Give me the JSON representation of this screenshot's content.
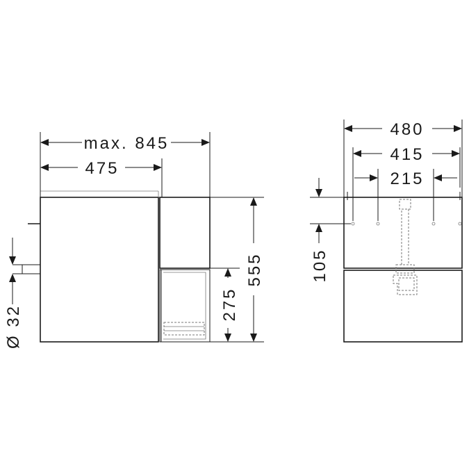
{
  "side_view": {
    "dim_max_depth": "max. 845",
    "dim_depth": "475",
    "dim_height": "555",
    "dim_drawer_height": "275",
    "dim_outlet_diameter": "Ø 32"
  },
  "front_view": {
    "dim_width": "480",
    "dim_hole_span": "415",
    "dim_inner_span": "215",
    "dim_hole_height": "105"
  }
}
